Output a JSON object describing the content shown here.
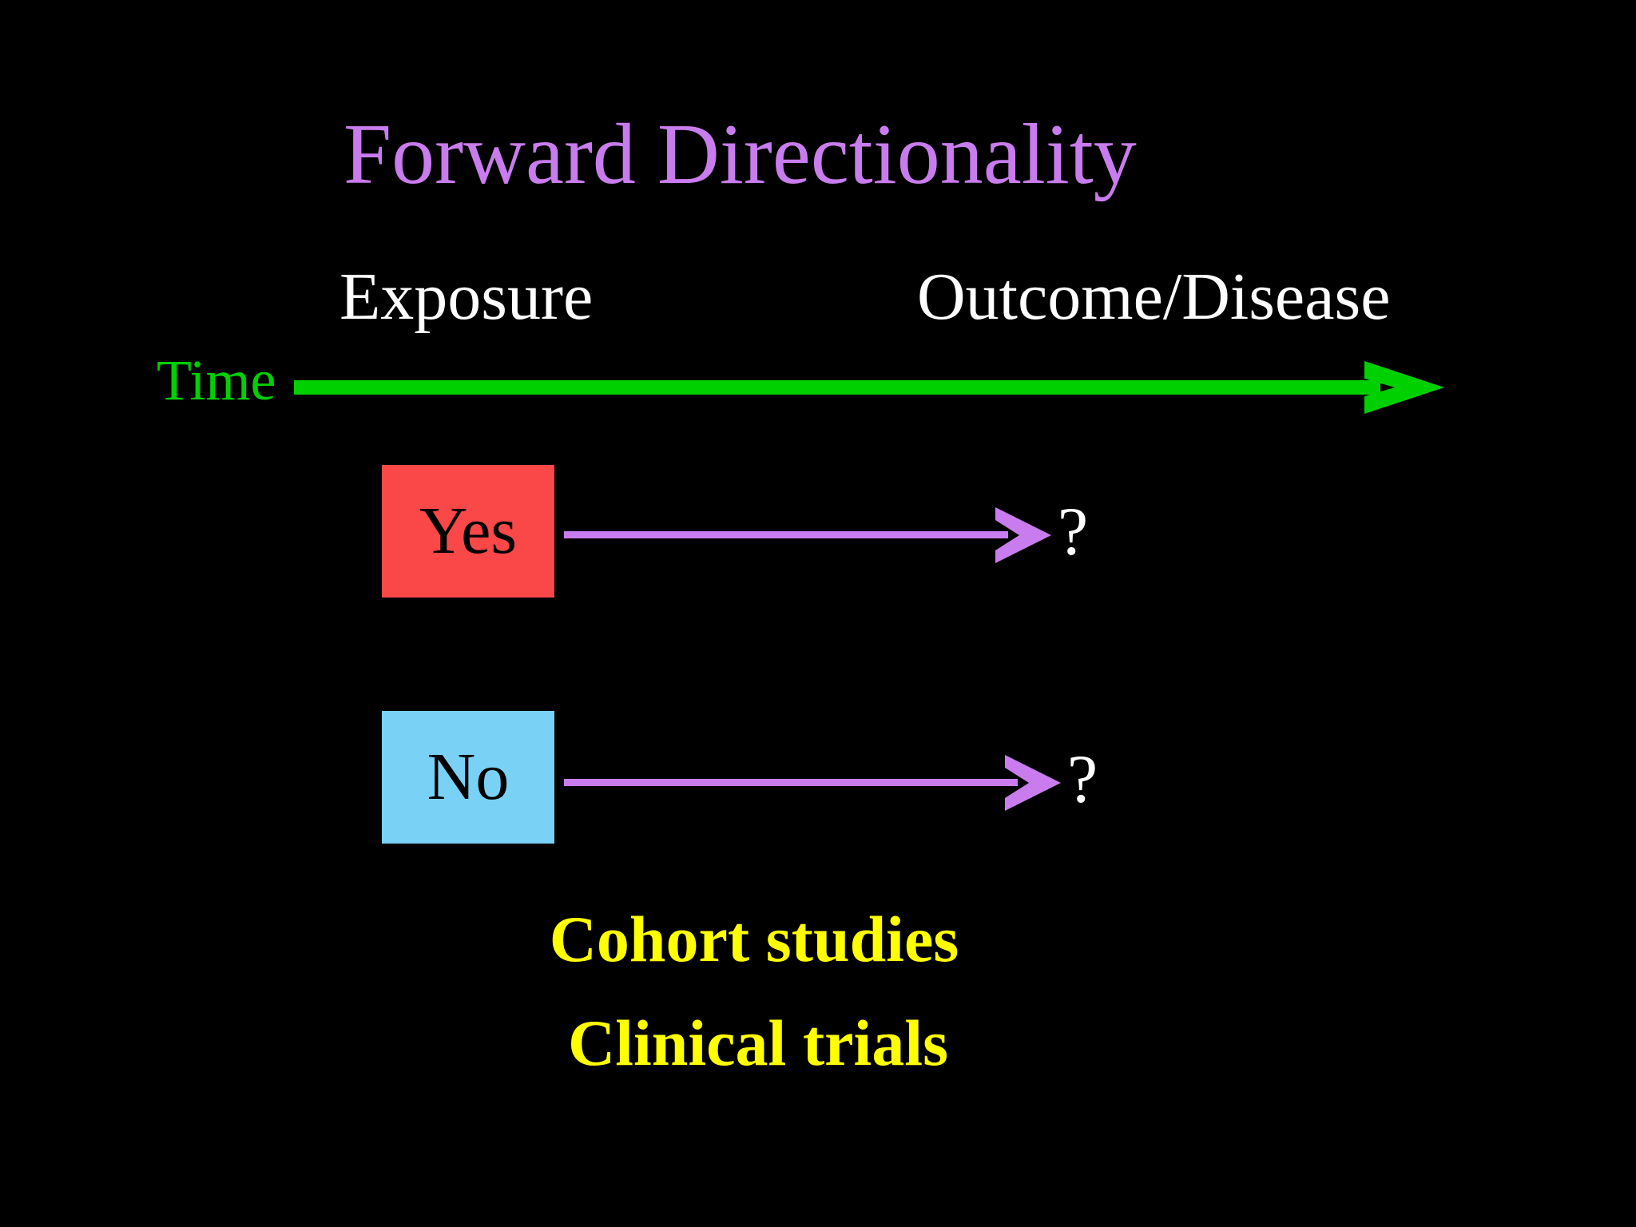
{
  "slide": {
    "background_color": "#000000",
    "title": "Forward Directionality",
    "title_color": "#c97ced"
  },
  "columns": {
    "exposure_label": "Exposure",
    "outcome_label": "Outcome/Disease",
    "label_color": "#ffffff"
  },
  "time_axis": {
    "label": "Time",
    "color": "#00cf00",
    "direction": "left-to-right",
    "arrowhead": "right"
  },
  "rows": [
    {
      "exposure_value": "Yes",
      "box_color": "#fa4747",
      "box_text_color": "#000000",
      "arrow_color": "#c97ced",
      "outcome_value": "?",
      "outcome_color": "#ffffff"
    },
    {
      "exposure_value": "No",
      "box_color": "#79d1f5",
      "box_text_color": "#000000",
      "arrow_color": "#c97ced",
      "outcome_value": "?",
      "outcome_color": "#ffffff"
    }
  ],
  "footer": {
    "color": "#ffff00",
    "lines": [
      "Cohort studies",
      "Clinical trials"
    ]
  }
}
